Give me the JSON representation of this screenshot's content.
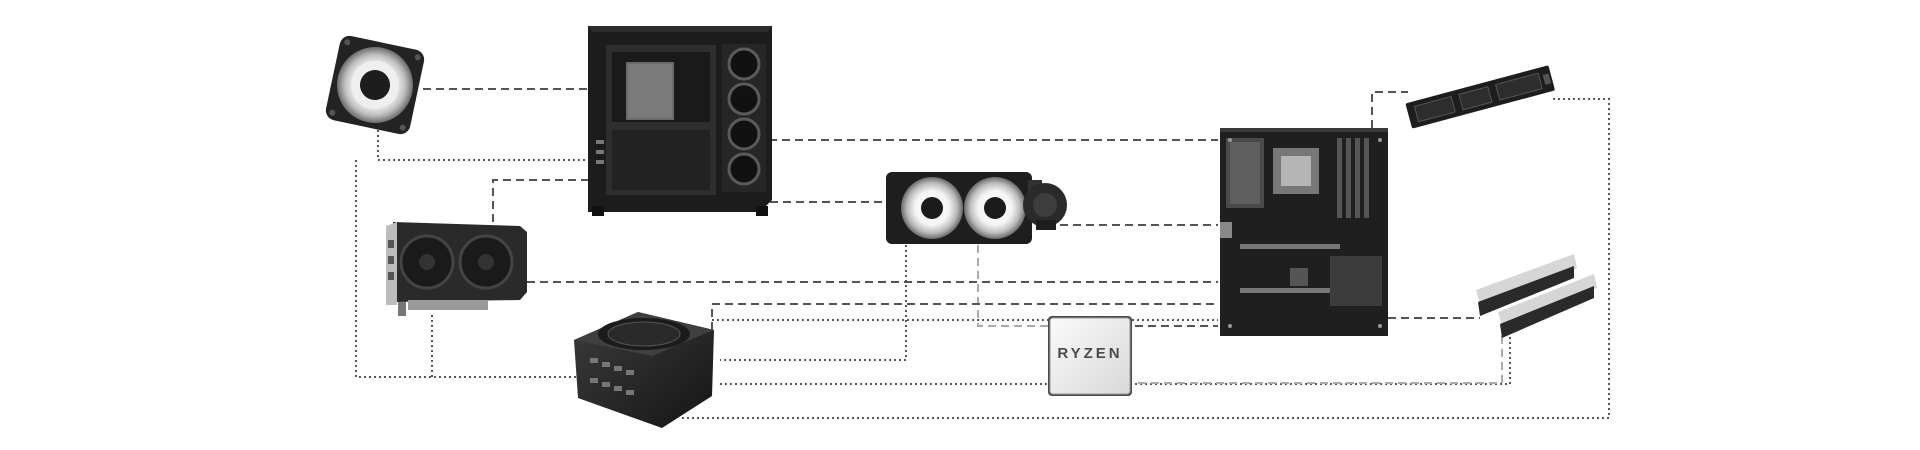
{
  "diagram": {
    "components": [
      {
        "id": "case-fan",
        "icon": "case-fan-icon"
      },
      {
        "id": "pc-case",
        "icon": "pc-case-icon"
      },
      {
        "id": "graphics-card",
        "icon": "graphics-card-icon"
      },
      {
        "id": "aio-cooler",
        "icon": "aio-liquid-cooler-icon"
      },
      {
        "id": "motherboard",
        "icon": "motherboard-icon"
      },
      {
        "id": "power-supply",
        "icon": "power-supply-icon"
      },
      {
        "id": "cpu",
        "icon": "cpu-chip-icon",
        "label": "RYZEN"
      },
      {
        "id": "nvme-ssd",
        "icon": "m2-ssd-icon"
      },
      {
        "id": "ram",
        "icon": "ram-modules-icon"
      }
    ],
    "connections": [
      {
        "from": "case-fan",
        "to": "pc-case",
        "style": "dashed"
      },
      {
        "from": "case-fan",
        "to": "power-supply",
        "style": "dotted"
      },
      {
        "from": "graphics-card",
        "to": "pc-case",
        "style": "dashed"
      },
      {
        "from": "graphics-card",
        "to": "motherboard",
        "style": "dashed"
      },
      {
        "from": "graphics-card",
        "to": "power-supply",
        "style": "dotted"
      },
      {
        "from": "pc-case",
        "to": "motherboard",
        "style": "dashed"
      },
      {
        "from": "pc-case",
        "to": "aio-cooler",
        "style": "dashed"
      },
      {
        "from": "pc-case",
        "to": "power-supply",
        "style": "dotted"
      },
      {
        "from": "aio-cooler",
        "to": "motherboard",
        "style": "dashed"
      },
      {
        "from": "aio-cooler",
        "to": "power-supply",
        "style": "dotted"
      },
      {
        "from": "aio-cooler",
        "to": "cpu",
        "style": "dashed-light"
      },
      {
        "from": "power-supply",
        "to": "motherboard",
        "style": "dashed"
      },
      {
        "from": "power-supply",
        "to": "ram",
        "style": "dotted"
      },
      {
        "from": "power-supply",
        "to": "nvme-ssd",
        "style": "dotted"
      },
      {
        "from": "cpu",
        "to": "motherboard",
        "style": "dashed"
      },
      {
        "from": "cpu",
        "to": "ram",
        "style": "dashed-light"
      },
      {
        "from": "motherboard",
        "to": "nvme-ssd",
        "style": "dashed"
      },
      {
        "from": "motherboard",
        "to": "ram",
        "style": "dashed"
      }
    ],
    "colors": {
      "line": "#555555",
      "line_light": "#aaaaaa",
      "component_dark": "#1e1e1e",
      "component_mid": "#3a3a3a",
      "background": "#ffffff"
    }
  }
}
